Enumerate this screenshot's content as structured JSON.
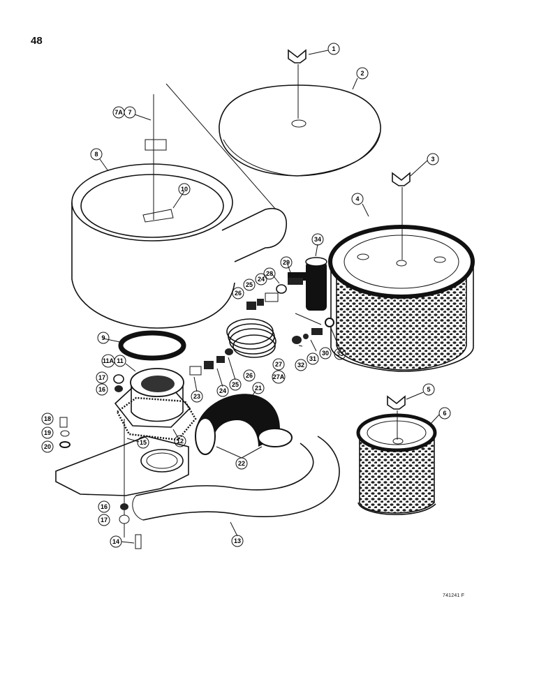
{
  "page_number": "48",
  "figure_code": "741241 F",
  "callouts": [
    {
      "id": "c1",
      "label": "1"
    },
    {
      "id": "c2",
      "label": "2"
    },
    {
      "id": "c3",
      "label": "3"
    },
    {
      "id": "c4",
      "label": "4"
    },
    {
      "id": "c5",
      "label": "5"
    },
    {
      "id": "c6",
      "label": "6"
    },
    {
      "id": "c7a",
      "label": "7A"
    },
    {
      "id": "c7",
      "label": "7"
    },
    {
      "id": "c8",
      "label": "8"
    },
    {
      "id": "c9",
      "label": "9"
    },
    {
      "id": "c10",
      "label": "10"
    },
    {
      "id": "c11a",
      "label": "11A"
    },
    {
      "id": "c11",
      "label": "11"
    },
    {
      "id": "c12",
      "label": "12"
    },
    {
      "id": "c13",
      "label": "13"
    },
    {
      "id": "c14",
      "label": "14"
    },
    {
      "id": "c15",
      "label": "15"
    },
    {
      "id": "c16a",
      "label": "16"
    },
    {
      "id": "c16b",
      "label": "16"
    },
    {
      "id": "c17a",
      "label": "17"
    },
    {
      "id": "c17b",
      "label": "17"
    },
    {
      "id": "c18",
      "label": "18"
    },
    {
      "id": "c19",
      "label": "19"
    },
    {
      "id": "c20",
      "label": "20"
    },
    {
      "id": "c21",
      "label": "21"
    },
    {
      "id": "c22",
      "label": "22"
    },
    {
      "id": "c23",
      "label": "23"
    },
    {
      "id": "c24a",
      "label": "24"
    },
    {
      "id": "c24b",
      "label": "24"
    },
    {
      "id": "c25a",
      "label": "25"
    },
    {
      "id": "c25b",
      "label": "25"
    },
    {
      "id": "c26a",
      "label": "26"
    },
    {
      "id": "c26b",
      "label": "26"
    },
    {
      "id": "c27",
      "label": "27"
    },
    {
      "id": "c27a",
      "label": "27A"
    },
    {
      "id": "c28",
      "label": "28"
    },
    {
      "id": "c29",
      "label": "29"
    },
    {
      "id": "c30",
      "label": "30"
    },
    {
      "id": "c31",
      "label": "31"
    },
    {
      "id": "c32",
      "label": "32"
    },
    {
      "id": "c33",
      "label": "33"
    },
    {
      "id": "c34",
      "label": "34"
    }
  ]
}
